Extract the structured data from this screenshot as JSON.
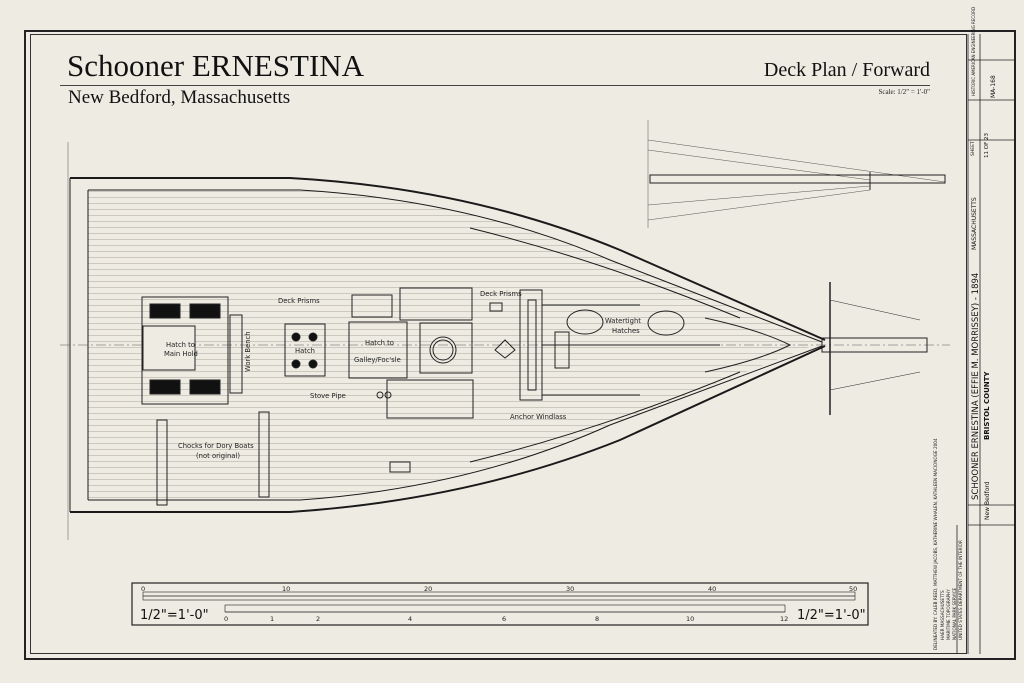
{
  "header": {
    "title": "Schooner ERNESTINA",
    "subtitle": "New Bedford,  Massachusetts",
    "sheet_title": "Deck Plan / Forward",
    "scale_note": "Scale: 1/2\" = 1'-0\""
  },
  "labels": {
    "hatch_main_hold": [
      "Hatch to",
      "Main Hold"
    ],
    "work_bench": "Work Bench",
    "deck_prisms_1": "Deck Prisms",
    "deck_prisms_2": "Deck Prisms",
    "hatch": "Hatch",
    "hatch_galley": [
      "Hatch to",
      "Galley/Foc'sle"
    ],
    "stove_pipe": "Stove Pipe",
    "watertight_hatches": [
      "Watertight",
      "Hatches"
    ],
    "anchor_windlass": "Anchor Windlass",
    "chocks": [
      "Chocks for Dory Boats",
      "(not original)"
    ]
  },
  "scale_bar": {
    "label_left": "1/2\"=1'-0\"",
    "label_right": "1/2\"=1'-0\"",
    "top_ticks": [
      "0",
      "10",
      "20",
      "30",
      "40",
      "50"
    ],
    "bottom_ticks": [
      "0",
      "1",
      "2",
      "4",
      "6",
      "8",
      "10",
      "12"
    ]
  },
  "title_block": {
    "project": "SCHOONER ERNESTINA (EFFIE M. MORRISSEY) - 1894",
    "location": "New Bedford",
    "county": "BRISTOL COUNTY",
    "state": "MASSACHUSETTS",
    "record": "HISTORIC AMERICAN ENGINEERING RECORD",
    "record_no": "MA-168",
    "sheet_label": "SHEET",
    "sheet_no": "11 OF 23"
  },
  "credits": [
    "DELINEATED BY: CALEB REED, MATTHEW JACOBS, KATHERINE WHALEN, KATHLEEN MACIONOGE 2004",
    "HAER MASSACHUSETTS",
    "MARITIME TOPOGRAPHY",
    "NATIONAL PARK SERVICE",
    "UNITED STATES DEPARTMENT OF THE INTERIOR"
  ]
}
